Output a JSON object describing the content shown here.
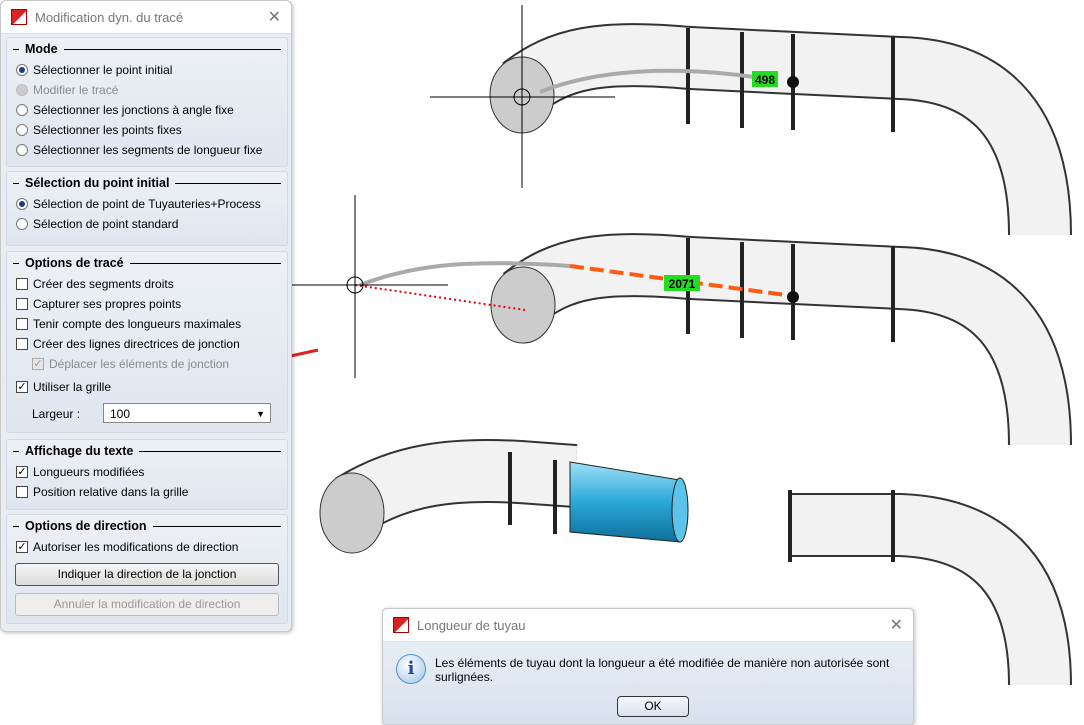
{
  "panel": {
    "title": "Modification dyn. du tracé",
    "mode": {
      "title": "Mode",
      "options": [
        "Sélectionner le point initial",
        "Modifier le tracé",
        "Sélectionner les jonctions à angle fixe",
        "Sélectionner les points fixes",
        "Sélectionner les segments de longueur fixe"
      ],
      "selected": 0
    },
    "initial": {
      "title": "Sélection du point initial",
      "options": [
        "Sélection de point de Tuyauteries+Process",
        "Sélection de point standard"
      ],
      "selected": 0
    },
    "trace": {
      "title": "Options de tracé",
      "options": [
        {
          "label": "Créer des segments droits",
          "checked": false
        },
        {
          "label": "Capturer ses propres points",
          "checked": false
        },
        {
          "label": "Tenir compte des longueurs maximales",
          "checked": false
        },
        {
          "label": "Créer des lignes directrices de jonction",
          "checked": false
        },
        {
          "label": "Déplacer les éléments de jonction",
          "checked": true,
          "disabled": true
        },
        {
          "label": "Utiliser la grille",
          "checked": true
        }
      ],
      "width_label": "Largeur :",
      "width_value": "100"
    },
    "text": {
      "title": "Affichage du texte",
      "options": [
        {
          "label": "Longueurs modifiées",
          "checked": true
        },
        {
          "label": "Position relative dans la grille",
          "checked": false
        }
      ]
    },
    "direction": {
      "title": "Options de direction",
      "option": "Autoriser les modifications de direction",
      "indicate_button": "Indiquer la direction de la jonction",
      "cancel_button": "Annuler la modification de direction"
    }
  },
  "scene": {
    "label1": "498",
    "label2": "2071"
  },
  "dialog": {
    "title": "Longueur de tuyau",
    "message": "Les éléments de tuyau dont la longueur a été modifiée de manière non autorisée sont surlignées.",
    "ok": "OK"
  },
  "colors": {
    "label_bg": "#22dd22",
    "highlight": "#ff5a10",
    "selected_pipe": "#2aa8d8"
  }
}
